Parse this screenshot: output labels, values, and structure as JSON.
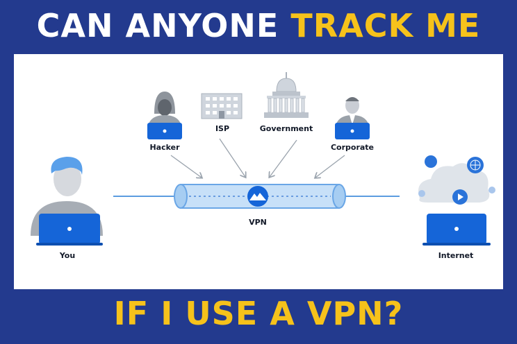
{
  "headline": {
    "top_part1": "CAN ANYONE ",
    "top_part2": "TRACK ME",
    "bottom": "IF I USE A VPN?"
  },
  "labels": {
    "hacker": "Hacker",
    "isp": "ISP",
    "government": "Government",
    "corporate": "Corporate",
    "you": "You",
    "vpn": "VPN",
    "internet": "Internet"
  },
  "colors": {
    "band": "#233a8e",
    "headline_white": "#ffffff",
    "headline_yellow": "#f6c21b",
    "laptop_blue": "#1565d8",
    "tunnel_blue": "#b9d8f6",
    "figure_gray": "#c9cdd4"
  },
  "icons": [
    "hacker-icon",
    "isp-building-icon",
    "government-capitol-icon",
    "corporate-person-icon",
    "user-icon",
    "laptop-icon",
    "vpn-logo-icon",
    "cloud-icon",
    "globe-icon",
    "play-icon"
  ]
}
